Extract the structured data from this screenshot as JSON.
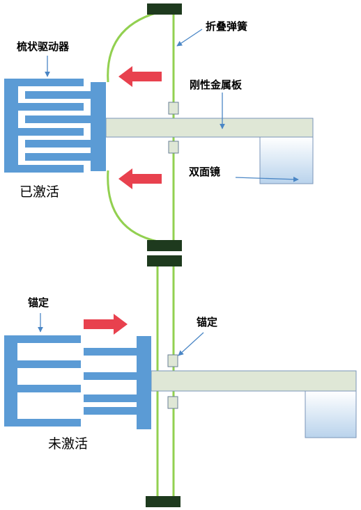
{
  "labels": {
    "comb_drive": "梳状驱动器",
    "folded_spring": "折叠弹簧",
    "rigid_plate": "刚性金属板",
    "dual_mirror": "双面镜",
    "activated": "已激活",
    "anchor_left": "锚定",
    "anchor_right": "锚定",
    "not_activated": "未激活"
  },
  "colors": {
    "comb_blue": "#5b9bd5",
    "comb_edge": "#4a7fb5",
    "spring_green": "#92d050",
    "anchor_dark": "#1e3a1e",
    "plate_fill": "#dfe7d6",
    "plate_edge": "#7a94b8",
    "arrow_red": "#e8414e",
    "pointer": "#4a86c5"
  },
  "icons": {
    "force_arrow": "red-right-or-left-arrow",
    "pointer_arrow": "thin-blue-arrow"
  }
}
